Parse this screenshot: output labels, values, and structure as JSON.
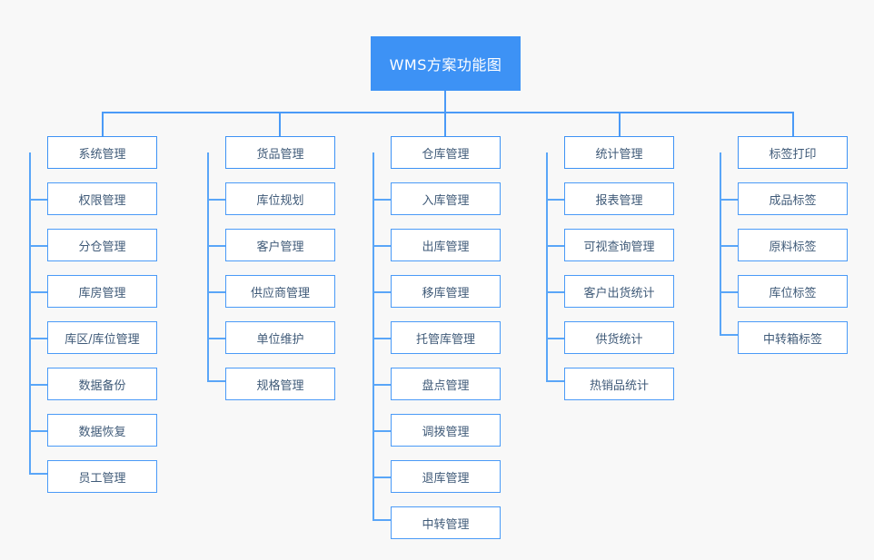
{
  "diagram": {
    "title": "WMS方案功能图",
    "type": "org-tree",
    "colors": {
      "root_fill": "#3d92f5",
      "root_text": "#ffffff",
      "node_fill": "#ffffff",
      "node_border": "#4a9af7",
      "node_text": "#3f5a78",
      "connector": "#4a9af7",
      "background": "#f8f8f8"
    },
    "columns": [
      {
        "head": "系统管理",
        "items": [
          "权限管理",
          "分仓管理",
          "库房管理",
          "库区/库位管理",
          "数据备份",
          "数据恢复",
          "员工管理"
        ]
      },
      {
        "head": "货品管理",
        "items": [
          "库位规划",
          "客户管理",
          "供应商管理",
          "单位维护",
          "规格管理"
        ]
      },
      {
        "head": "仓库管理",
        "items": [
          "入库管理",
          "出库管理",
          "移库管理",
          "托管库管理",
          "盘点管理",
          "调拨管理",
          "退库管理",
          "中转管理"
        ]
      },
      {
        "head": "统计管理",
        "items": [
          "报表管理",
          "可视查询管理",
          "客户出货统计",
          "供货统计",
          "热销品统计"
        ]
      },
      {
        "head": "标签打印",
        "items": [
          "成品标签",
          "原料标签",
          "库位标签",
          "中转箱标签"
        ]
      }
    ]
  }
}
